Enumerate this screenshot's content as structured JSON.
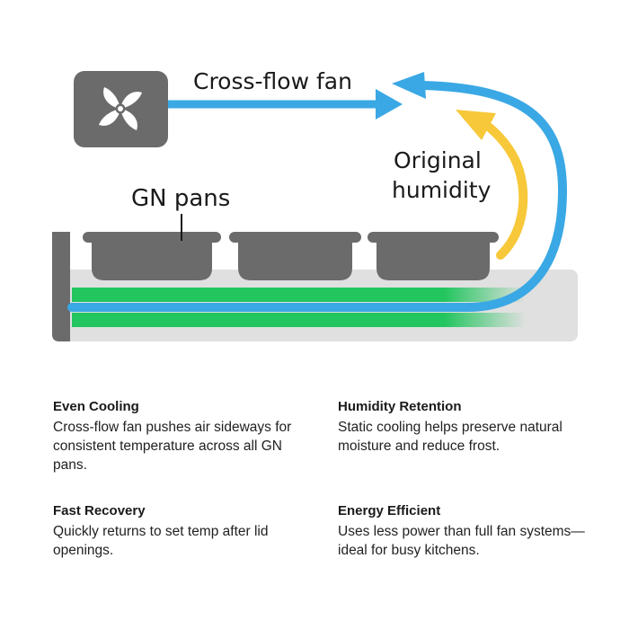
{
  "diagram": {
    "labels": {
      "fan": "Cross-flow fan",
      "pans": "GN pans",
      "humidity_line1": "Original",
      "humidity_line2": "humidity"
    },
    "colors": {
      "air_flow": "#3aa8e4",
      "humidity": "#f7c83a",
      "cooling": "#22c55e",
      "pan": "#6b6b6b",
      "fan_box": "#6b6b6b",
      "unit": "#e0e0e0"
    },
    "icons": [
      "fan-icon"
    ]
  },
  "features": [
    {
      "title": "Even Cooling",
      "text": "Cross-flow fan pushes air sideways for consistent temperature across all GN pans."
    },
    {
      "title": "Humidity Retention",
      "text": "Static cooling helps preserve natural moisture and reduce frost."
    },
    {
      "title": "Fast Recovery",
      "text": "Quickly returns to set temp after lid openings."
    },
    {
      "title": "Energy Efficient",
      "text": "Uses less power than full fan systems—ideal for busy kitchens."
    }
  ]
}
